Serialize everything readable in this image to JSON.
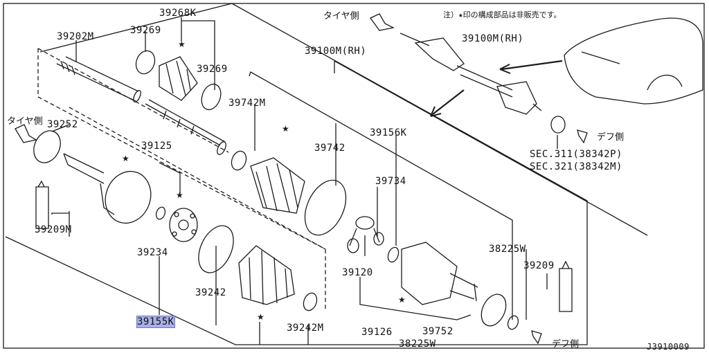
{
  "note": "注）★印の構成部品は非販売です。",
  "diagram_id": "J3910009",
  "direction_labels": {
    "tire_side_1": "タイヤ側",
    "tire_side_2": "タイヤ側",
    "diff_side_1": "デフ側",
    "diff_side_2": "デフ側"
  },
  "part_labels": [
    {
      "key": "p39268k",
      "text": "39268K"
    },
    {
      "key": "p39269a",
      "text": "39269"
    },
    {
      "key": "p39269b",
      "text": "39269"
    },
    {
      "key": "p39202m",
      "text": "39202M"
    },
    {
      "key": "p39100m_a",
      "text": "39100M(RH)"
    },
    {
      "key": "p39100m_b",
      "text": "39100M(RH)"
    },
    {
      "key": "p39742m",
      "text": "39742M"
    },
    {
      "key": "p39742",
      "text": "39742"
    },
    {
      "key": "p39156k",
      "text": "39156K"
    },
    {
      "key": "p39252",
      "text": "39252"
    },
    {
      "key": "p39125",
      "text": "39125"
    },
    {
      "key": "p39734",
      "text": "39734"
    },
    {
      "key": "p39209m",
      "text": "39209M"
    },
    {
      "key": "p39234",
      "text": "39234"
    },
    {
      "key": "p38225w_a",
      "text": "38225W"
    },
    {
      "key": "p39209",
      "text": "39209"
    },
    {
      "key": "p39120",
      "text": "39120"
    },
    {
      "key": "p39242",
      "text": "39242"
    },
    {
      "key": "p39155k",
      "text": "39155K"
    },
    {
      "key": "p39242m",
      "text": "39242M"
    },
    {
      "key": "p39126",
      "text": "39126"
    },
    {
      "key": "p39752",
      "text": "39752"
    },
    {
      "key": "p38225w_b",
      "text": "38225W"
    },
    {
      "key": "sec311",
      "text": "SEC.311(38342P)"
    },
    {
      "key": "sec321",
      "text": "SEC.321(38342M)"
    }
  ],
  "highlighted_part": "39155K",
  "colors": {
    "line": "#1a1a1a",
    "highlight": "#a9b0e6"
  }
}
